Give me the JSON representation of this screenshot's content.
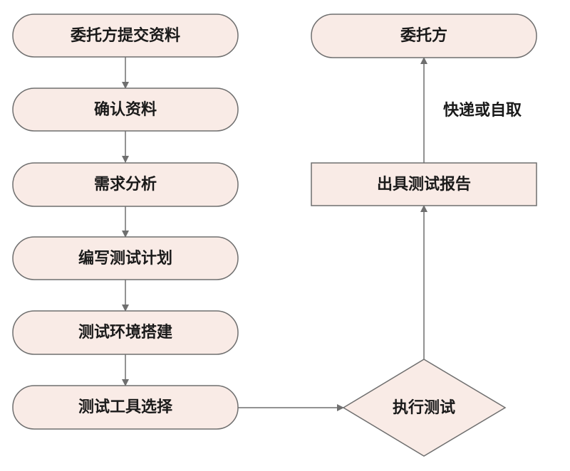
{
  "colors": {
    "node_fill": "#f9ebe6",
    "node_stroke": "#6f6f6f",
    "arrow": "#6f6f6f",
    "text": "#1a1a1a"
  },
  "steps_left": [
    {
      "label": "委托方提交资料"
    },
    {
      "label": "确认资料"
    },
    {
      "label": "需求分析"
    },
    {
      "label": "编写测试计划"
    },
    {
      "label": "测试环境搭建"
    },
    {
      "label": "测试工具选择"
    }
  ],
  "execute_node": {
    "label": "执行测试"
  },
  "report_node": {
    "label": "出具测试报告"
  },
  "client_node": {
    "label": "委托方"
  },
  "edge_labels": {
    "report_to_client": "快递或自取"
  }
}
